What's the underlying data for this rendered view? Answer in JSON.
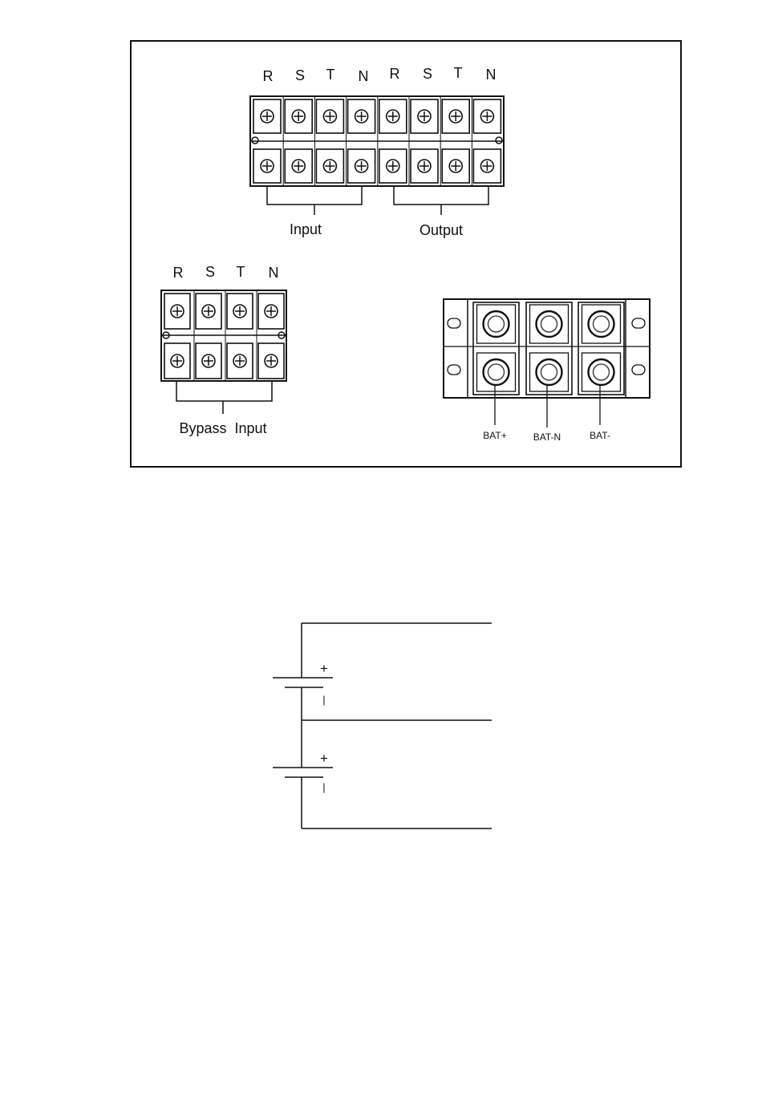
{
  "terminals": {
    "main_labels": [
      "R",
      "S",
      "T",
      "N",
      "R",
      "S",
      "T",
      "N"
    ],
    "input_label": "Input",
    "output_label": "Output",
    "bypass_labels": [
      "R",
      "S",
      "T",
      "N"
    ],
    "bypass_label": "Bypass  Input",
    "battery_labels": [
      "BAT+",
      "BAT-N",
      "BAT-"
    ]
  },
  "schematic": {
    "plus_top": "+",
    "minus_top": "|",
    "plus_bottom": "+",
    "minus_bottom": "|"
  }
}
